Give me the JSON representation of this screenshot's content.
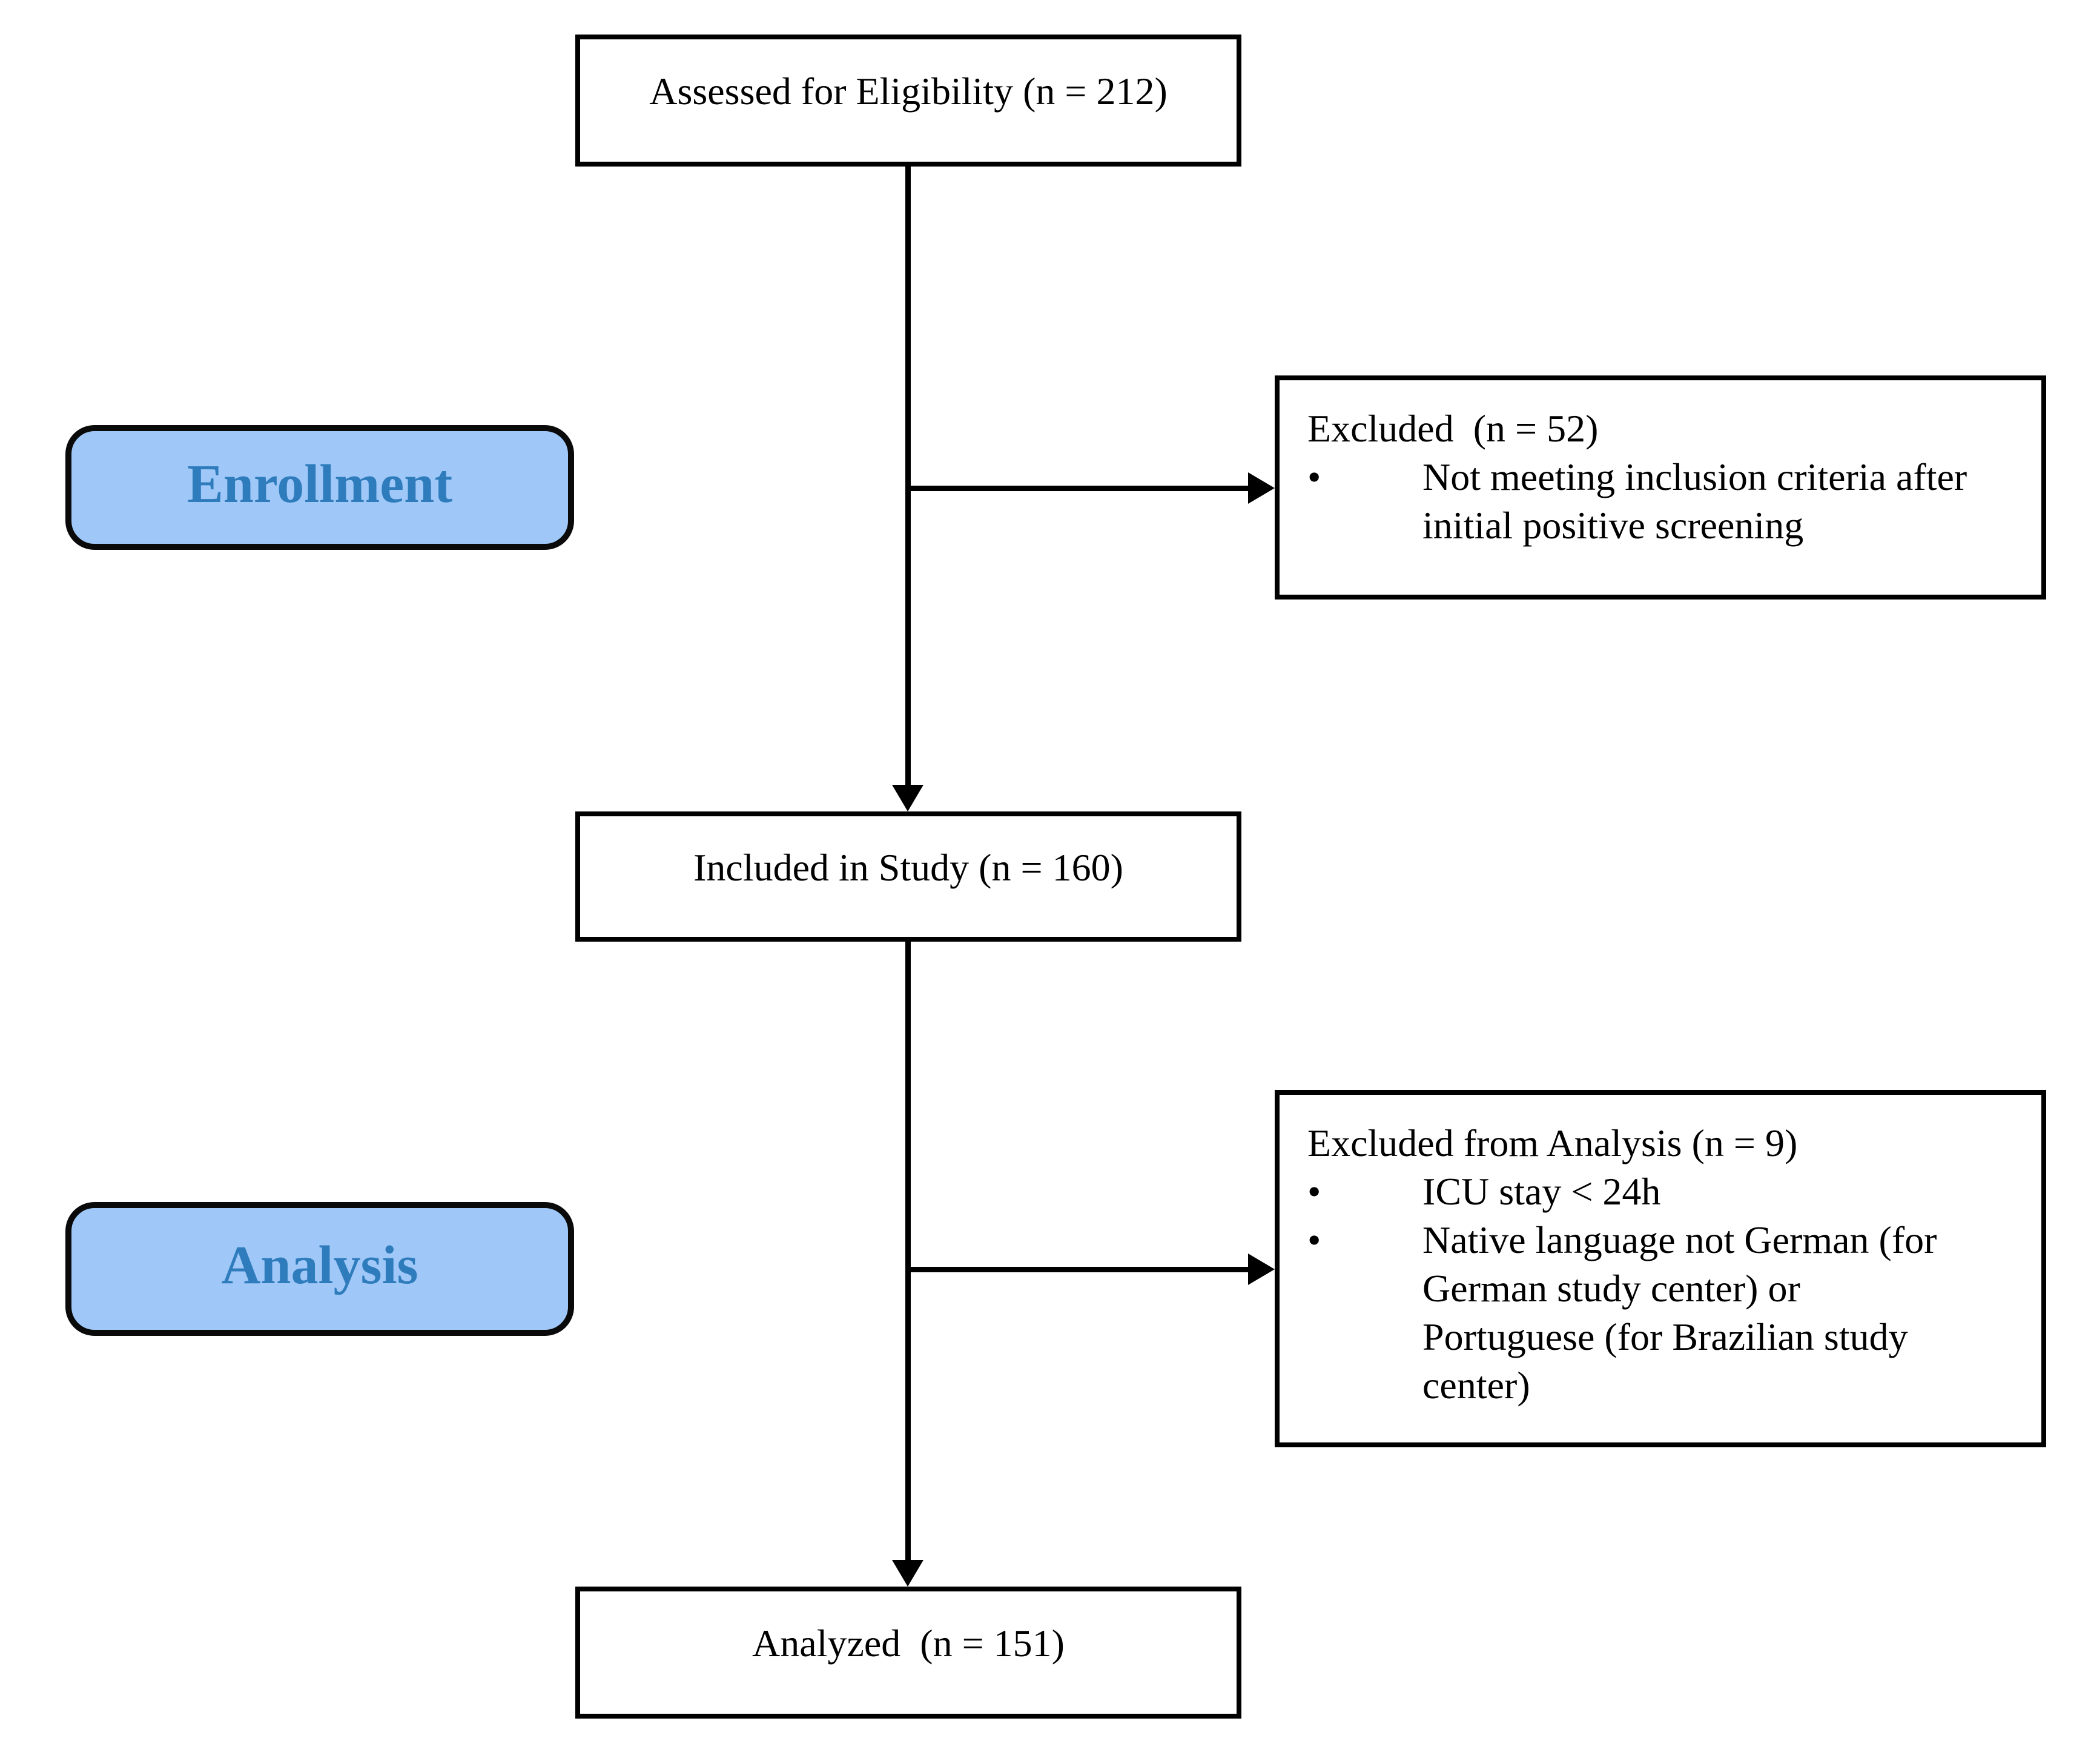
{
  "diagram": {
    "type": "flowchart",
    "bullet_char": "•",
    "stages": [
      {
        "label": "Enrollment"
      },
      {
        "label": "Analysis"
      }
    ],
    "flow_boxes": {
      "assessed": {
        "label": "Assessed for Eligibility (n = 212)"
      },
      "included": {
        "label": "Included in Study (n = 160)"
      },
      "analyzed": {
        "label": "Analyzed  (n = 151)"
      }
    },
    "exclusion_boxes": {
      "enrollment": {
        "heading": "Excluded  (n = 52)",
        "bullets": [
          {
            "lines": [
              "Not meeting inclusion criteria after",
              "initial positive screening"
            ]
          }
        ]
      },
      "analysis": {
        "heading": "Excluded from Analysis (n = 9)",
        "bullets": [
          {
            "lines": [
              "ICU stay < 24h"
            ]
          },
          {
            "lines": [
              "Native language not German (for",
              "German study center) or",
              "Portuguese (for Brazilian study",
              "center)"
            ]
          }
        ]
      }
    },
    "colors": {
      "stage_fill": "#9fc8f8",
      "stage_text": "#2f7cbd",
      "box_border": "#000000",
      "background": "#ffffff"
    }
  }
}
